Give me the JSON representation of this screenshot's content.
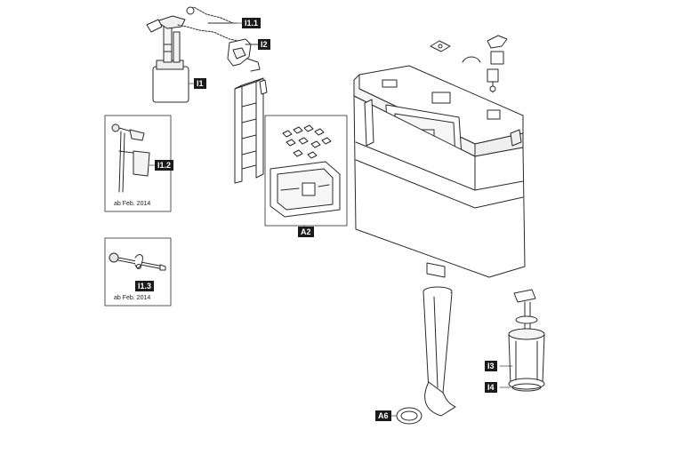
{
  "parts": {
    "i1_1": "I1.1",
    "i2": "I2",
    "i1": "I1",
    "i1_2": "I1.2",
    "i1_3": "I1.3",
    "a2": "A2",
    "i3": "I3",
    "i4": "I4",
    "a6": "A6"
  },
  "captions": {
    "detail_i1_2": "ab Feb. 2014",
    "detail_i1_3": "ab Feb. 2014"
  }
}
